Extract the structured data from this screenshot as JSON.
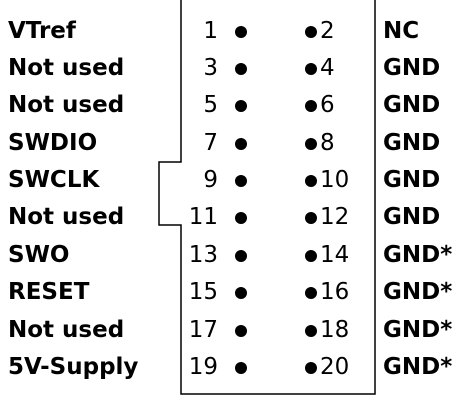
{
  "connector": {
    "pins": [
      {
        "odd_num": "1",
        "odd_label": "VTref",
        "even_num": "2",
        "even_label": "NC"
      },
      {
        "odd_num": "3",
        "odd_label": "Not used",
        "even_num": "4",
        "even_label": "GND"
      },
      {
        "odd_num": "5",
        "odd_label": "Not used",
        "even_num": "6",
        "even_label": "GND"
      },
      {
        "odd_num": "7",
        "odd_label": "SWDIO",
        "even_num": "8",
        "even_label": "GND"
      },
      {
        "odd_num": "9",
        "odd_label": "SWCLK",
        "even_num": "10",
        "even_label": "GND"
      },
      {
        "odd_num": "11",
        "odd_label": "Not used",
        "even_num": "12",
        "even_label": "GND"
      },
      {
        "odd_num": "13",
        "odd_label": "SWO",
        "even_num": "14",
        "even_label": "GND*"
      },
      {
        "odd_num": "15",
        "odd_label": "RESET",
        "even_num": "16",
        "even_label": "GND*"
      },
      {
        "odd_num": "17",
        "odd_label": "Not used",
        "even_num": "18",
        "even_label": "GND*"
      },
      {
        "odd_num": "19",
        "odd_label": "5V-Supply",
        "even_num": "20",
        "even_label": "GND*"
      }
    ]
  }
}
